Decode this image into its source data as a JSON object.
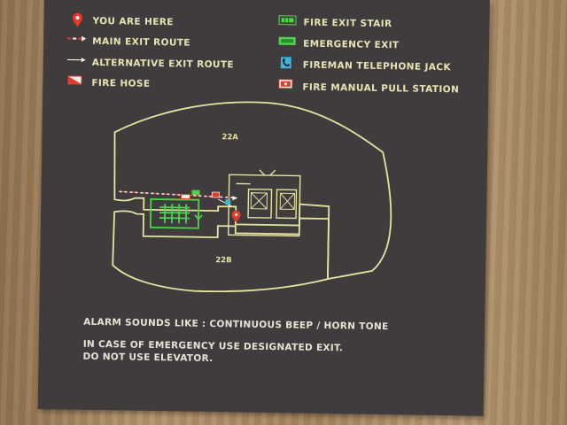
{
  "legend": {
    "you_are_here": "YOU ARE HERE",
    "main_exit_route": "MAIN EXIT ROUTE",
    "alternative_exit_route": "ALTERNATIVE EXIT ROUTE",
    "fire_hose": "FIRE HOSE",
    "fire_exit_stair": "FIRE EXIT STAIR",
    "emergency_exit": "EMERGENCY EXIT",
    "fireman_telephone_jack": "FIREMAN TELEPHONE JACK",
    "fire_manual_pull_station": "FIRE MANUAL PULL STATION"
  },
  "map": {
    "zone_top": "22A",
    "zone_bottom": "22B"
  },
  "notes": {
    "alarm": "ALARM SOUNDS LIKE : CONTINUOUS BEEP / HORN TONE",
    "emergency_line1": "IN CASE OF EMERGENCY USE DESIGNATED EXIT.",
    "emergency_line2": "DO NOT USE ELEVATOR."
  },
  "colors": {
    "sign_background": "#403c3d",
    "outline": "#e6e4a0",
    "exit_green": "#4fd34f",
    "marker_red": "#e23a2e",
    "phone_cyan": "#3fb6d8"
  }
}
